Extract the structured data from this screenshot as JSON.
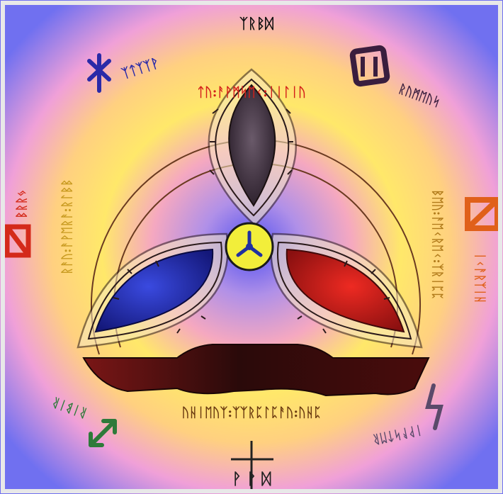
{
  "artwork": {
    "ring_inscriptions": {
      "top": "ᛏᚢ:ᚨᚹᛗᛋᛖᚲ:ᛁᛁᛚᛁᚢ",
      "left": "ᚱᚨᚢ:ᚨᚹᛖᚱᚨ:ᚱᛚᛒᛒ",
      "right": "ᛒᛖᚢ:ᚨᛖᚲᚱᛖᚲ:ᛉᚱᛁᛈᛈ",
      "bottom": "ᚢᚺᛁᛖᚢᛉ:ᛉᛉᚱᛈᛚᛈᚨᚢ:ᚢᚺᛈ"
    },
    "outer_labels": {
      "top": "ᛉᚱᛒᛞ",
      "top_left": "ᛉᛏᛉᛉᚹ",
      "top_right": "ᚱᚢᛗᛖᚢᛋ",
      "left": "ᛒᚱᚱᛃ",
      "right": "ᛁᚲᚨᚱᛉᛁᚺ",
      "bottom_left": "ᚱᛁᛒᛁᚱ",
      "bottom_right": "ᛁᚹᚨᛋᛏᛖᚱ",
      "bottom": "ᚹ ᚹ ᛞ"
    },
    "symbol_colors": {
      "top_left": "#2a2aa8",
      "top_right": "#3a1e3e",
      "left": "#d42a1a",
      "right": "#e0601a",
      "bottom_left": "#2e7a3a",
      "bottom_right": "#5a4a6a",
      "top": "#111111",
      "bottom": "#222222"
    },
    "petal_colors": {
      "top": "#4a3c48",
      "left": "#1a22b0",
      "right": "#cc1e1a"
    },
    "center_color": "#f2ee3a",
    "triskele_color": "#2030a0"
  }
}
